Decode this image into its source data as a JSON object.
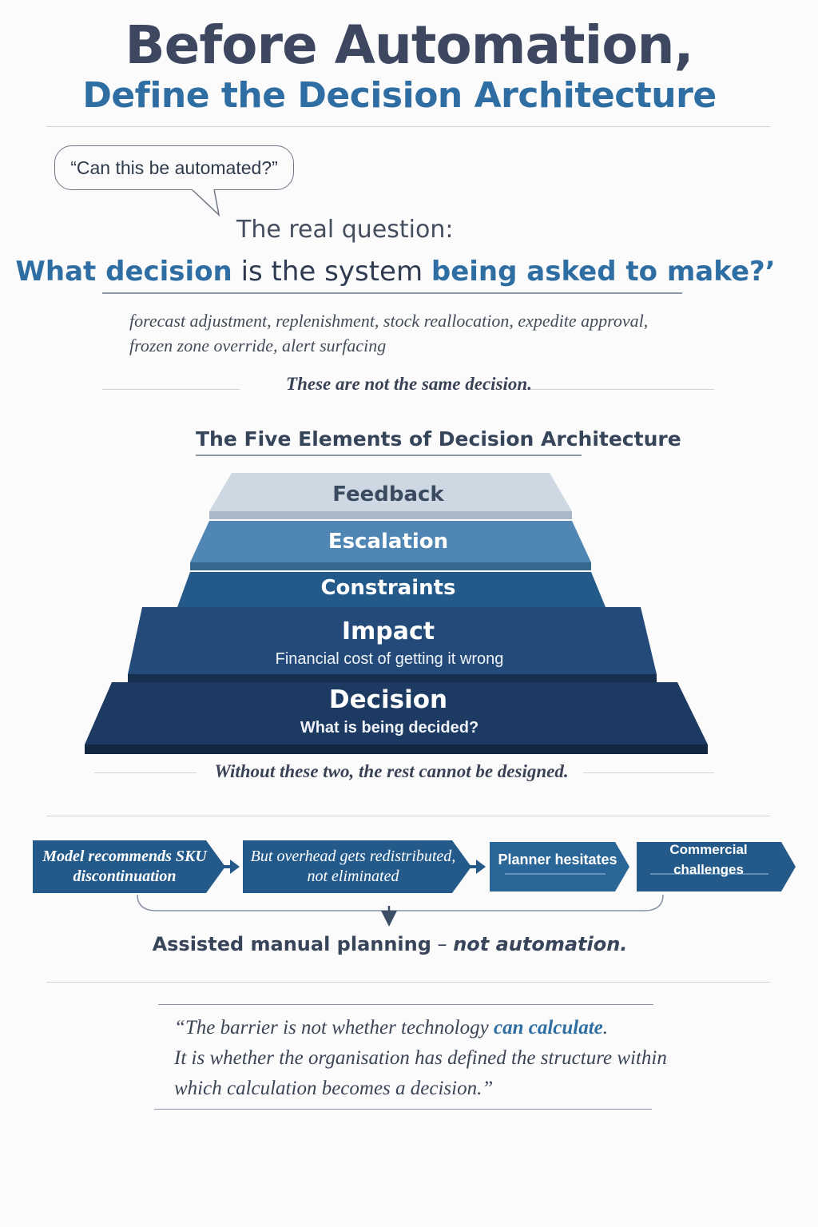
{
  "header": {
    "title_line1": "Before Automation,",
    "title_line2": "Define the Decision Architecture"
  },
  "intro": {
    "bubble_text": "“Can this be automated?”",
    "real_question_label": "The real question:",
    "main_question": {
      "part1": "What decision",
      "part2": " is the system ",
      "part3": "being asked to make?’"
    },
    "examples_line1": "forecast adjustment, replenishment, stock reallocation, expedite approval,",
    "examples_line2": "frozen zone override, alert surfacing",
    "not_same": "These are not the same decision."
  },
  "pyramid": {
    "heading": "The Five Elements of Decision Architecture",
    "tiers": [
      {
        "label": "Feedback",
        "subtitle": "",
        "color": "#cdd8e3"
      },
      {
        "label": "Escalation",
        "subtitle": "",
        "color": "#4f86b3"
      },
      {
        "label": "Constraints",
        "subtitle": "",
        "color": "#245a8a"
      },
      {
        "label": "Impact",
        "subtitle": "Financial cost of getting it wrong",
        "color": "#234a78"
      },
      {
        "label": "Decision",
        "subtitle": "What is being decided?",
        "color": "#1d3a63"
      }
    ],
    "caption": "Without these two, the rest cannot be designed."
  },
  "flow": {
    "steps": [
      {
        "line1": "Model recommends SKU",
        "line2": "discontinuation"
      },
      {
        "line1": "But overhead gets redistributed,",
        "line2": "not eliminated"
      },
      {
        "line1": "Planner hesitates",
        "line2": ""
      },
      {
        "line1": "Commercial challenges",
        "line2": ""
      }
    ],
    "chevron_color": "#245a8a",
    "conclusion_bold": "Assisted manual planning",
    "conclusion_dash": " – ",
    "conclusion_italic": "not automation."
  },
  "quote": {
    "open": "“The barrier is not whether technology ",
    "highlight": "can calculate",
    "after_highlight": ".",
    "line2": "It is whether the organisation has defined the structure within",
    "line3": "which calculation becomes a decision.”"
  }
}
